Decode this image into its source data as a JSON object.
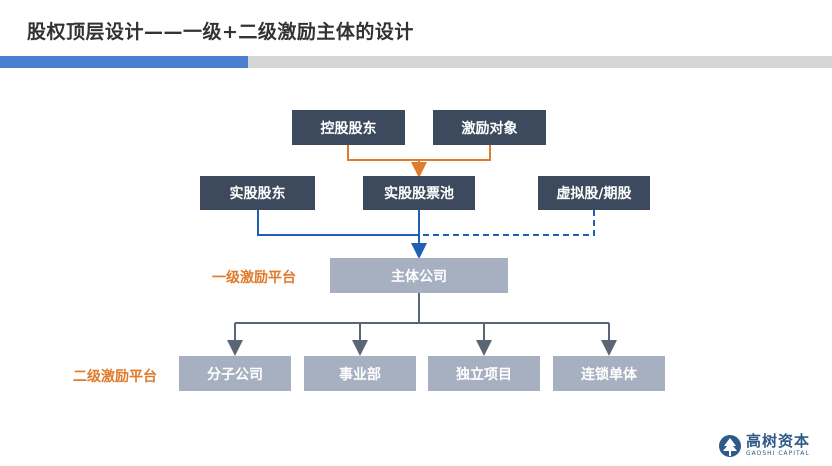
{
  "header": {
    "title": "股权顶层设计——一级+二级激励主体的设计"
  },
  "colors": {
    "accent_blue": "#4a7fcf",
    "header_gray": "#d6d6d6",
    "dark_node": "#3d4a5e",
    "light_node": "#a6b0c0",
    "orange": "#e07a2c",
    "blue_line": "#1f5fb4",
    "gray_line": "#5b6675"
  },
  "diagram": {
    "top_nodes": [
      "控股股东",
      "激励对象"
    ],
    "middle_nodes": [
      "实股股东",
      "实股股票池",
      "虚拟股/期股"
    ],
    "main_node": "主体公司",
    "bottom_nodes": [
      "分子公司",
      "事业部",
      "独立项目",
      "连锁单体"
    ],
    "labels": {
      "level1": "一级激励平台",
      "level2": "二级激励平台"
    }
  },
  "logo": {
    "name_cn": "高树资本",
    "name_en": "GAOSHI CAPITAL",
    "icon": "tree-logo-icon"
  }
}
